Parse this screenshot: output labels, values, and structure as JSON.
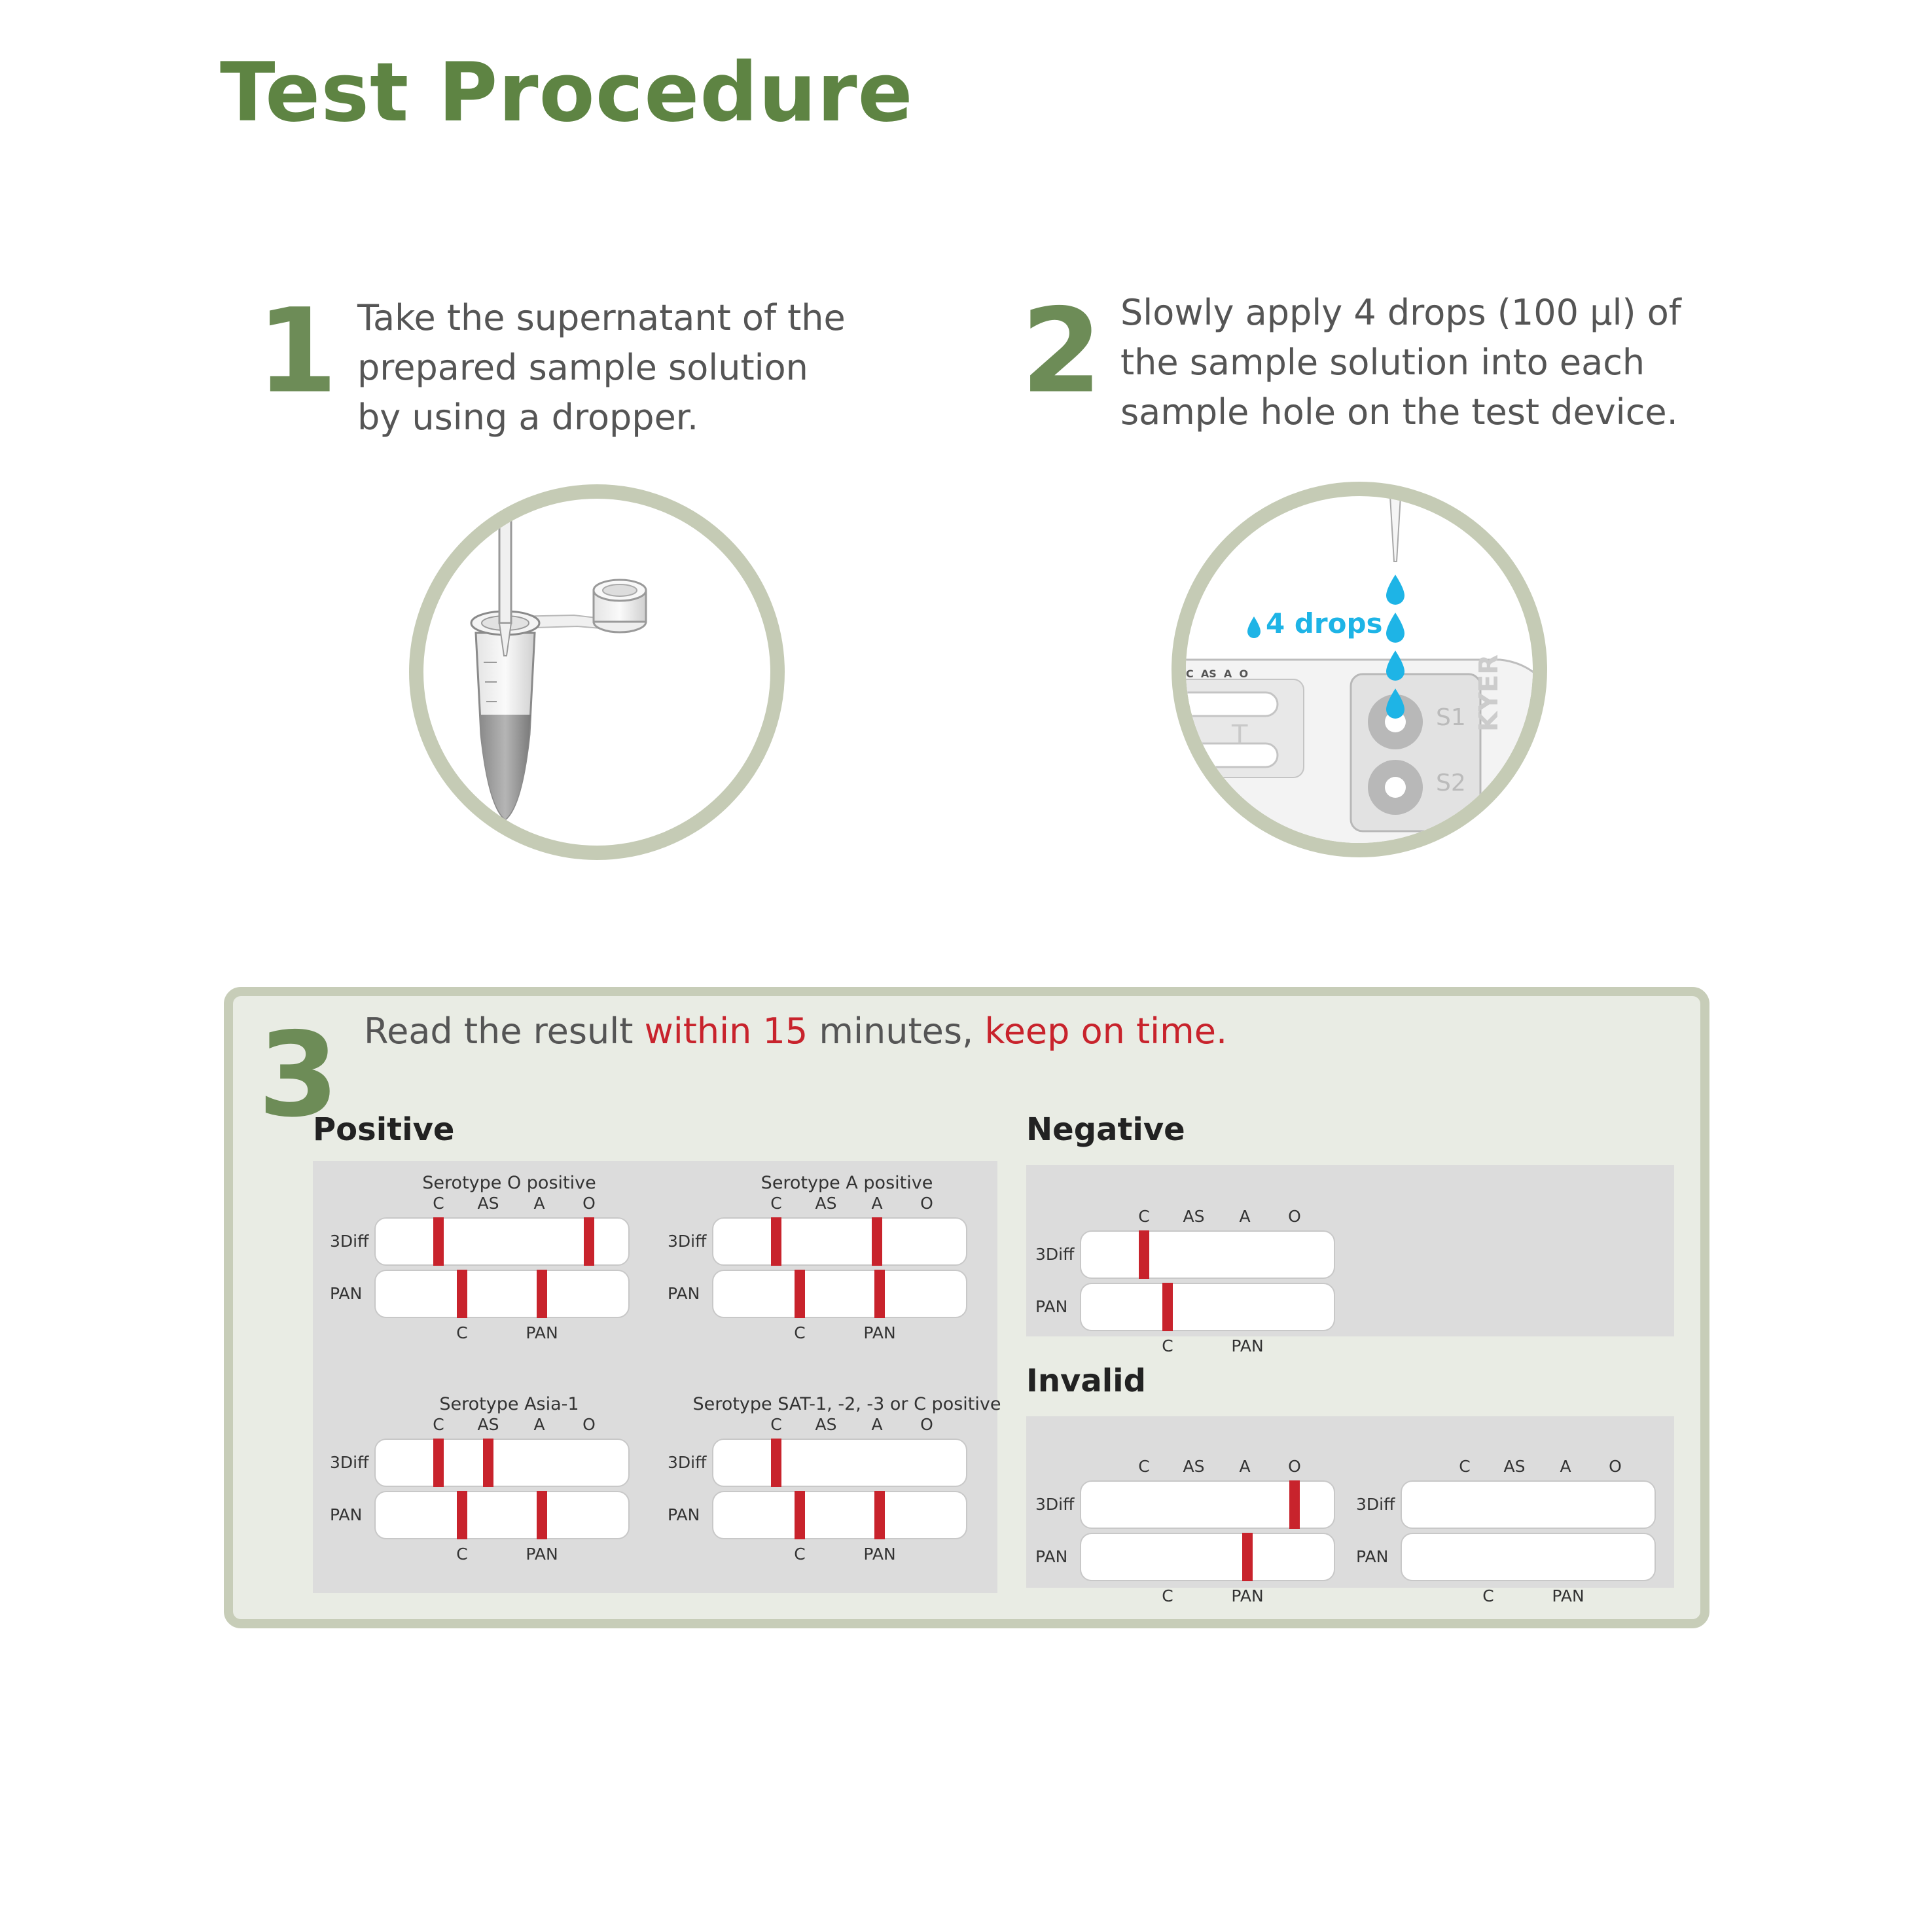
{
  "title": "Test Procedure",
  "step1": {
    "number": "1",
    "lines": [
      "Take the supernatant of the",
      "prepared sample solution",
      "by using a dropper."
    ]
  },
  "step2": {
    "number": "2",
    "lines": [
      "Slowly apply 4 drops (100 µl) of",
      "the sample solution into each",
      "sample hole on the test  device."
    ],
    "drops_label": "4 drops",
    "device_labels": {
      "top": "C  AS  A  O",
      "t": "T",
      "s1": "S1",
      "s2": "S2",
      "brand": "KYER"
    }
  },
  "step3": {
    "number": "3",
    "text_a": "Read the result ",
    "text_b": "within 15",
    "text_c": " minutes, ",
    "text_d": "keep on time.",
    "positive_heading": "Positive",
    "negative_heading": "Negative",
    "invalid_heading": "Invalid",
    "top_labels": [
      "C",
      "AS",
      "A",
      "O"
    ],
    "bottom_labels": [
      "C",
      "PAN"
    ],
    "row_labels": [
      "3Diff",
      "PAN"
    ],
    "positive": [
      {
        "title": "Serotype O positive",
        "top_bands": [
          "C",
          "O"
        ],
        "bottom_bands": [
          "C",
          "PAN"
        ]
      },
      {
        "title": "Serotype A positive",
        "top_bands": [
          "C",
          "A"
        ],
        "bottom_bands": [
          "C",
          "PAN"
        ]
      },
      {
        "title": "Serotype Asia-1",
        "top_bands": [
          "C",
          "AS"
        ],
        "bottom_bands": [
          "C",
          "PAN"
        ]
      },
      {
        "title": "Serotype SAT-1, -2, -3 or C positive",
        "top_bands": [
          "C"
        ],
        "bottom_bands": [
          "C",
          "PAN"
        ]
      }
    ],
    "negative": [
      {
        "title": "",
        "top_bands": [
          "C"
        ],
        "bottom_bands": [
          "C"
        ]
      }
    ],
    "invalid": [
      {
        "title": "",
        "top_bands": [
          "O"
        ],
        "bottom_bands": [
          "PAN"
        ]
      },
      {
        "title": "",
        "top_bands": [],
        "bottom_bands": []
      }
    ]
  },
  "colors": {
    "green": "#5e8443",
    "band_red": "#c8232c",
    "panel_bg": "#e9ece4",
    "panel_border": "#c7cdb8",
    "drop_blue": "#1eb4e6"
  }
}
